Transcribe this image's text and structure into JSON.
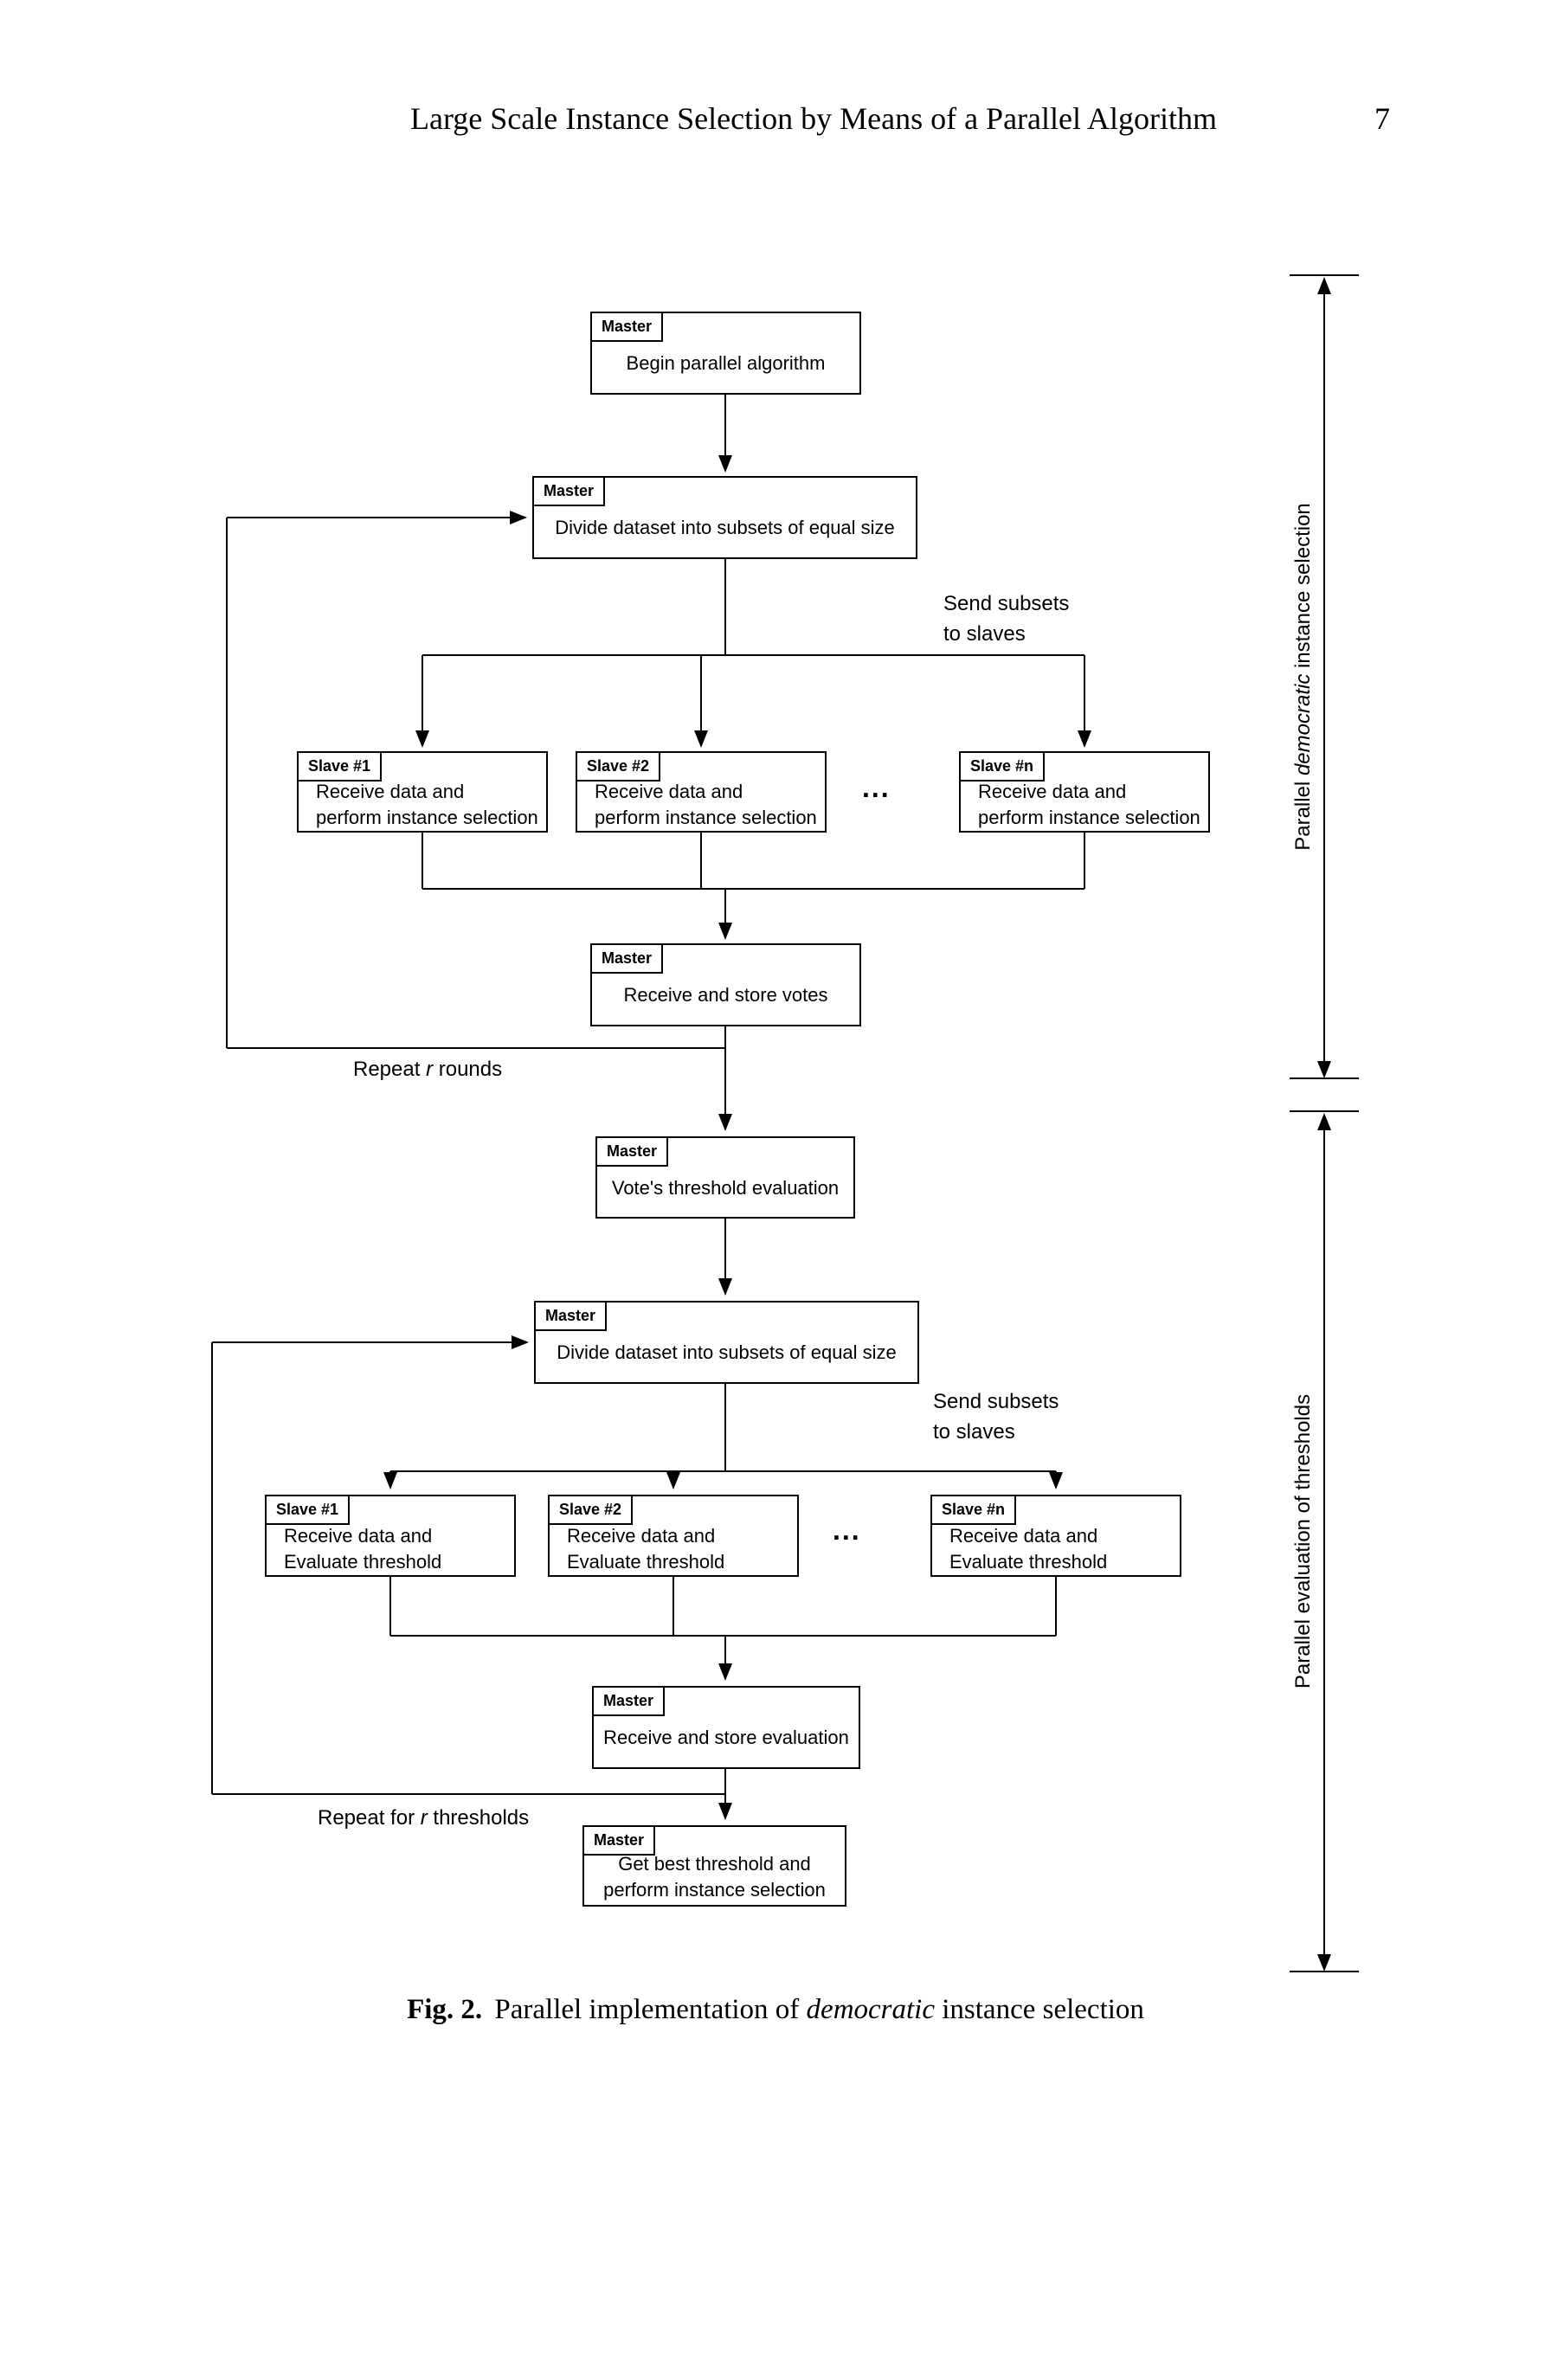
{
  "page": {
    "header_title": "Large Scale Instance Selection by Means of a Parallel Algorithm",
    "page_number": "7"
  },
  "caption": {
    "prefix": "Fig. 2.",
    "before_italic": " Parallel implementation of ",
    "italic": "democratic",
    "after_italic": " instance selection"
  },
  "diagram": {
    "section1": {
      "bracket_label": {
        "before": "Parallel ",
        "italic": "democratic",
        "after": " instance selection"
      },
      "begin": {
        "tag": "Master",
        "text": "Begin parallel algorithm"
      },
      "divide": {
        "tag": "Master",
        "text": "Divide dataset into subsets of equal size"
      },
      "send_label": {
        "line1": "Send subsets",
        "line2": "to slaves"
      },
      "slaves": [
        {
          "tag": "Slave #1",
          "line1": "Receive data and",
          "line2": "perform instance selection"
        },
        {
          "tag": "Slave #2",
          "line1": "Receive data and",
          "line2": "perform instance selection"
        },
        {
          "tag": "Slave #n",
          "line1": "Receive data and",
          "line2": "perform instance selection"
        }
      ],
      "dots": "...",
      "store": {
        "tag": "Master",
        "text": "Receive and store votes"
      },
      "repeat_label": {
        "before": "Repeat ",
        "italic": "r",
        "after": " rounds"
      }
    },
    "section2": {
      "bracket_label": {
        "text": "Parallel evaluation of thresholds"
      },
      "threshold_eval": {
        "tag": "Master",
        "text": "Vote's threshold evaluation"
      },
      "divide": {
        "tag": "Master",
        "text": "Divide dataset into subsets of equal size"
      },
      "send_label": {
        "line1": "Send subsets",
        "line2": "to slaves"
      },
      "slaves": [
        {
          "tag": "Slave #1",
          "line1": "Receive data and",
          "line2": "Evaluate threshold"
        },
        {
          "tag": "Slave #2",
          "line1": "Receive data and",
          "line2": "Evaluate threshold"
        },
        {
          "tag": "Slave #n",
          "line1": "Receive data and",
          "line2": "Evaluate threshold"
        }
      ],
      "dots": "...",
      "store": {
        "tag": "Master",
        "text": "Receive and store evaluation"
      },
      "repeat_label": {
        "before": "Repeat for ",
        "italic": "r",
        "after": " thresholds"
      },
      "final": {
        "tag": "Master",
        "line1": "Get best threshold and",
        "line2": "perform instance selection"
      }
    }
  }
}
